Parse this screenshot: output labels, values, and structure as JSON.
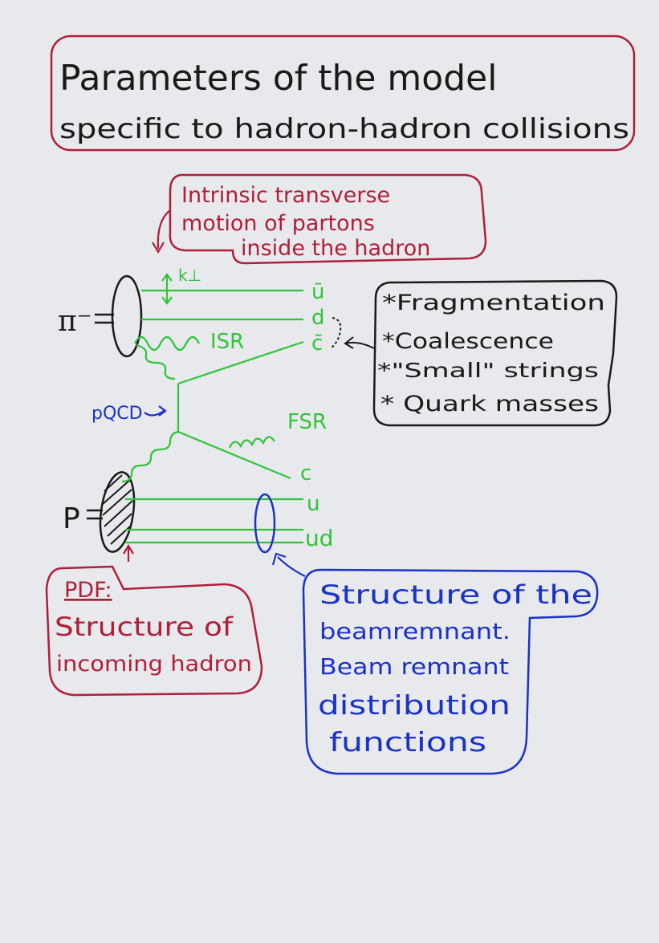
{
  "title": {
    "line1": "Parameters of the model",
    "line2": "specific to hadron-hadron collisions"
  },
  "intrinsic_box": {
    "line1": "Intrinsic transverse",
    "line2": "motion of partons",
    "line3": "inside the hadron"
  },
  "hadrons": {
    "pion": "π⁻",
    "proton": "P"
  },
  "labels": {
    "kt": "k⊥",
    "isr": "ISR",
    "fsr": "FSR",
    "pqcd": "pQCD"
  },
  "quarks": {
    "ubar": "ū",
    "d": "d",
    "cbar": "c̄",
    "c": "c",
    "u": "u",
    "ud": "ud"
  },
  "hadronization_box": {
    "items": [
      "*Fragmentation",
      "*Coalescence",
      "*\"Small\" strings",
      "* Quark masses"
    ]
  },
  "pdf_box": {
    "heading": "PDF:",
    "line1": "Structure of",
    "line2": "incoming hadron"
  },
  "remnant_box": {
    "line1": "Structure of the",
    "line2": "beamremnant.",
    "line3": "Beam remnant",
    "line4": "distribution",
    "line5": "functions"
  },
  "colors": {
    "red": "#b01e38",
    "green": "#2fc43a",
    "blue": "#1a32c8",
    "black": "#1a1a1a",
    "background": "#e8e9ed"
  }
}
